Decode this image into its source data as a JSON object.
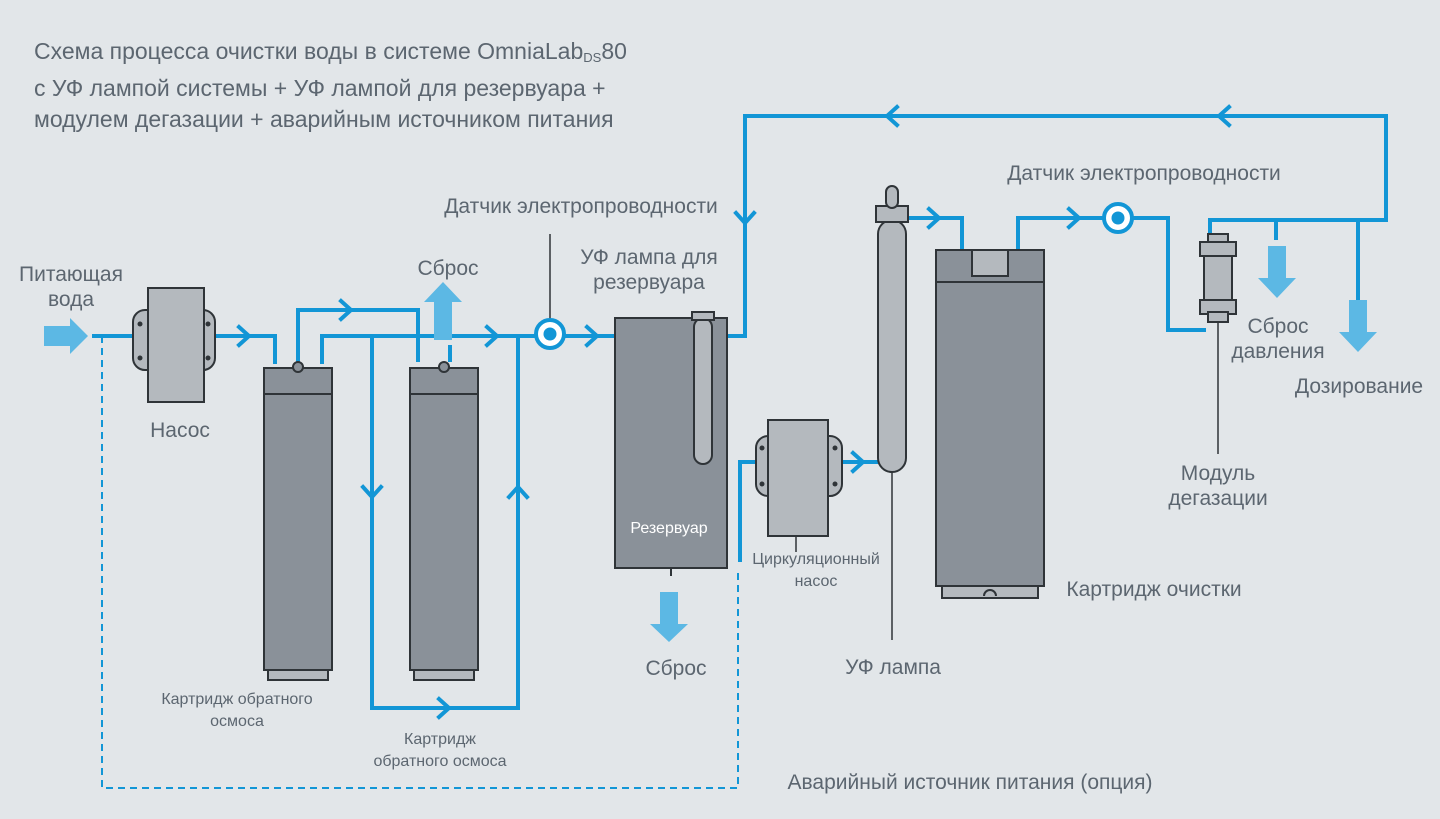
{
  "title": {
    "line1_prefix": "Схема процесса очистки воды в системе OmniaLab",
    "line1_sub": "DS",
    "line1_suffix": "80",
    "line2": "с УФ лампой системы + УФ лампой для резервуара +",
    "line3": "модулем дегазации + аварийным источником питания"
  },
  "labels": {
    "feed_water_1": "Питающая",
    "feed_water_2": "вода",
    "pump": "Насос",
    "reject_top": "Сброс",
    "conductivity_sensor_1": "Датчик электропроводности",
    "tank_uv_lamp_1": "УФ лампа для",
    "tank_uv_lamp_2": "резервуара",
    "reservoir": "Резервуар",
    "reject_bottom": "Сброс",
    "ro_cartridge_1a": "Картридж обратного",
    "ro_cartridge_1b": "осмоса",
    "ro_cartridge_2a": "Картридж",
    "ro_cartridge_2b": "обратного осмоса",
    "circulation_pump_1": "Циркуляционный",
    "circulation_pump_2": "насос",
    "uv_lamp": "УФ лампа",
    "polishing_cartridge": "Картридж очистки",
    "conductivity_sensor_2": "Датчик электропроводности",
    "pressure_relief_1": "Сброс",
    "pressure_relief_2": "давления",
    "dispensing": "Дозирование",
    "degassing_module_1": "Модуль",
    "degassing_module_2": "дегазации",
    "backup_power": "Аварийный источник питания (опция)"
  },
  "colors": {
    "pipe": "#1296d6",
    "arrow_light": "#5cb8e4",
    "component": "#8a9199",
    "component_light": "#b4b9be",
    "outline": "#2f3438",
    "label": "#5c6670",
    "background": "#e2e6e9"
  }
}
